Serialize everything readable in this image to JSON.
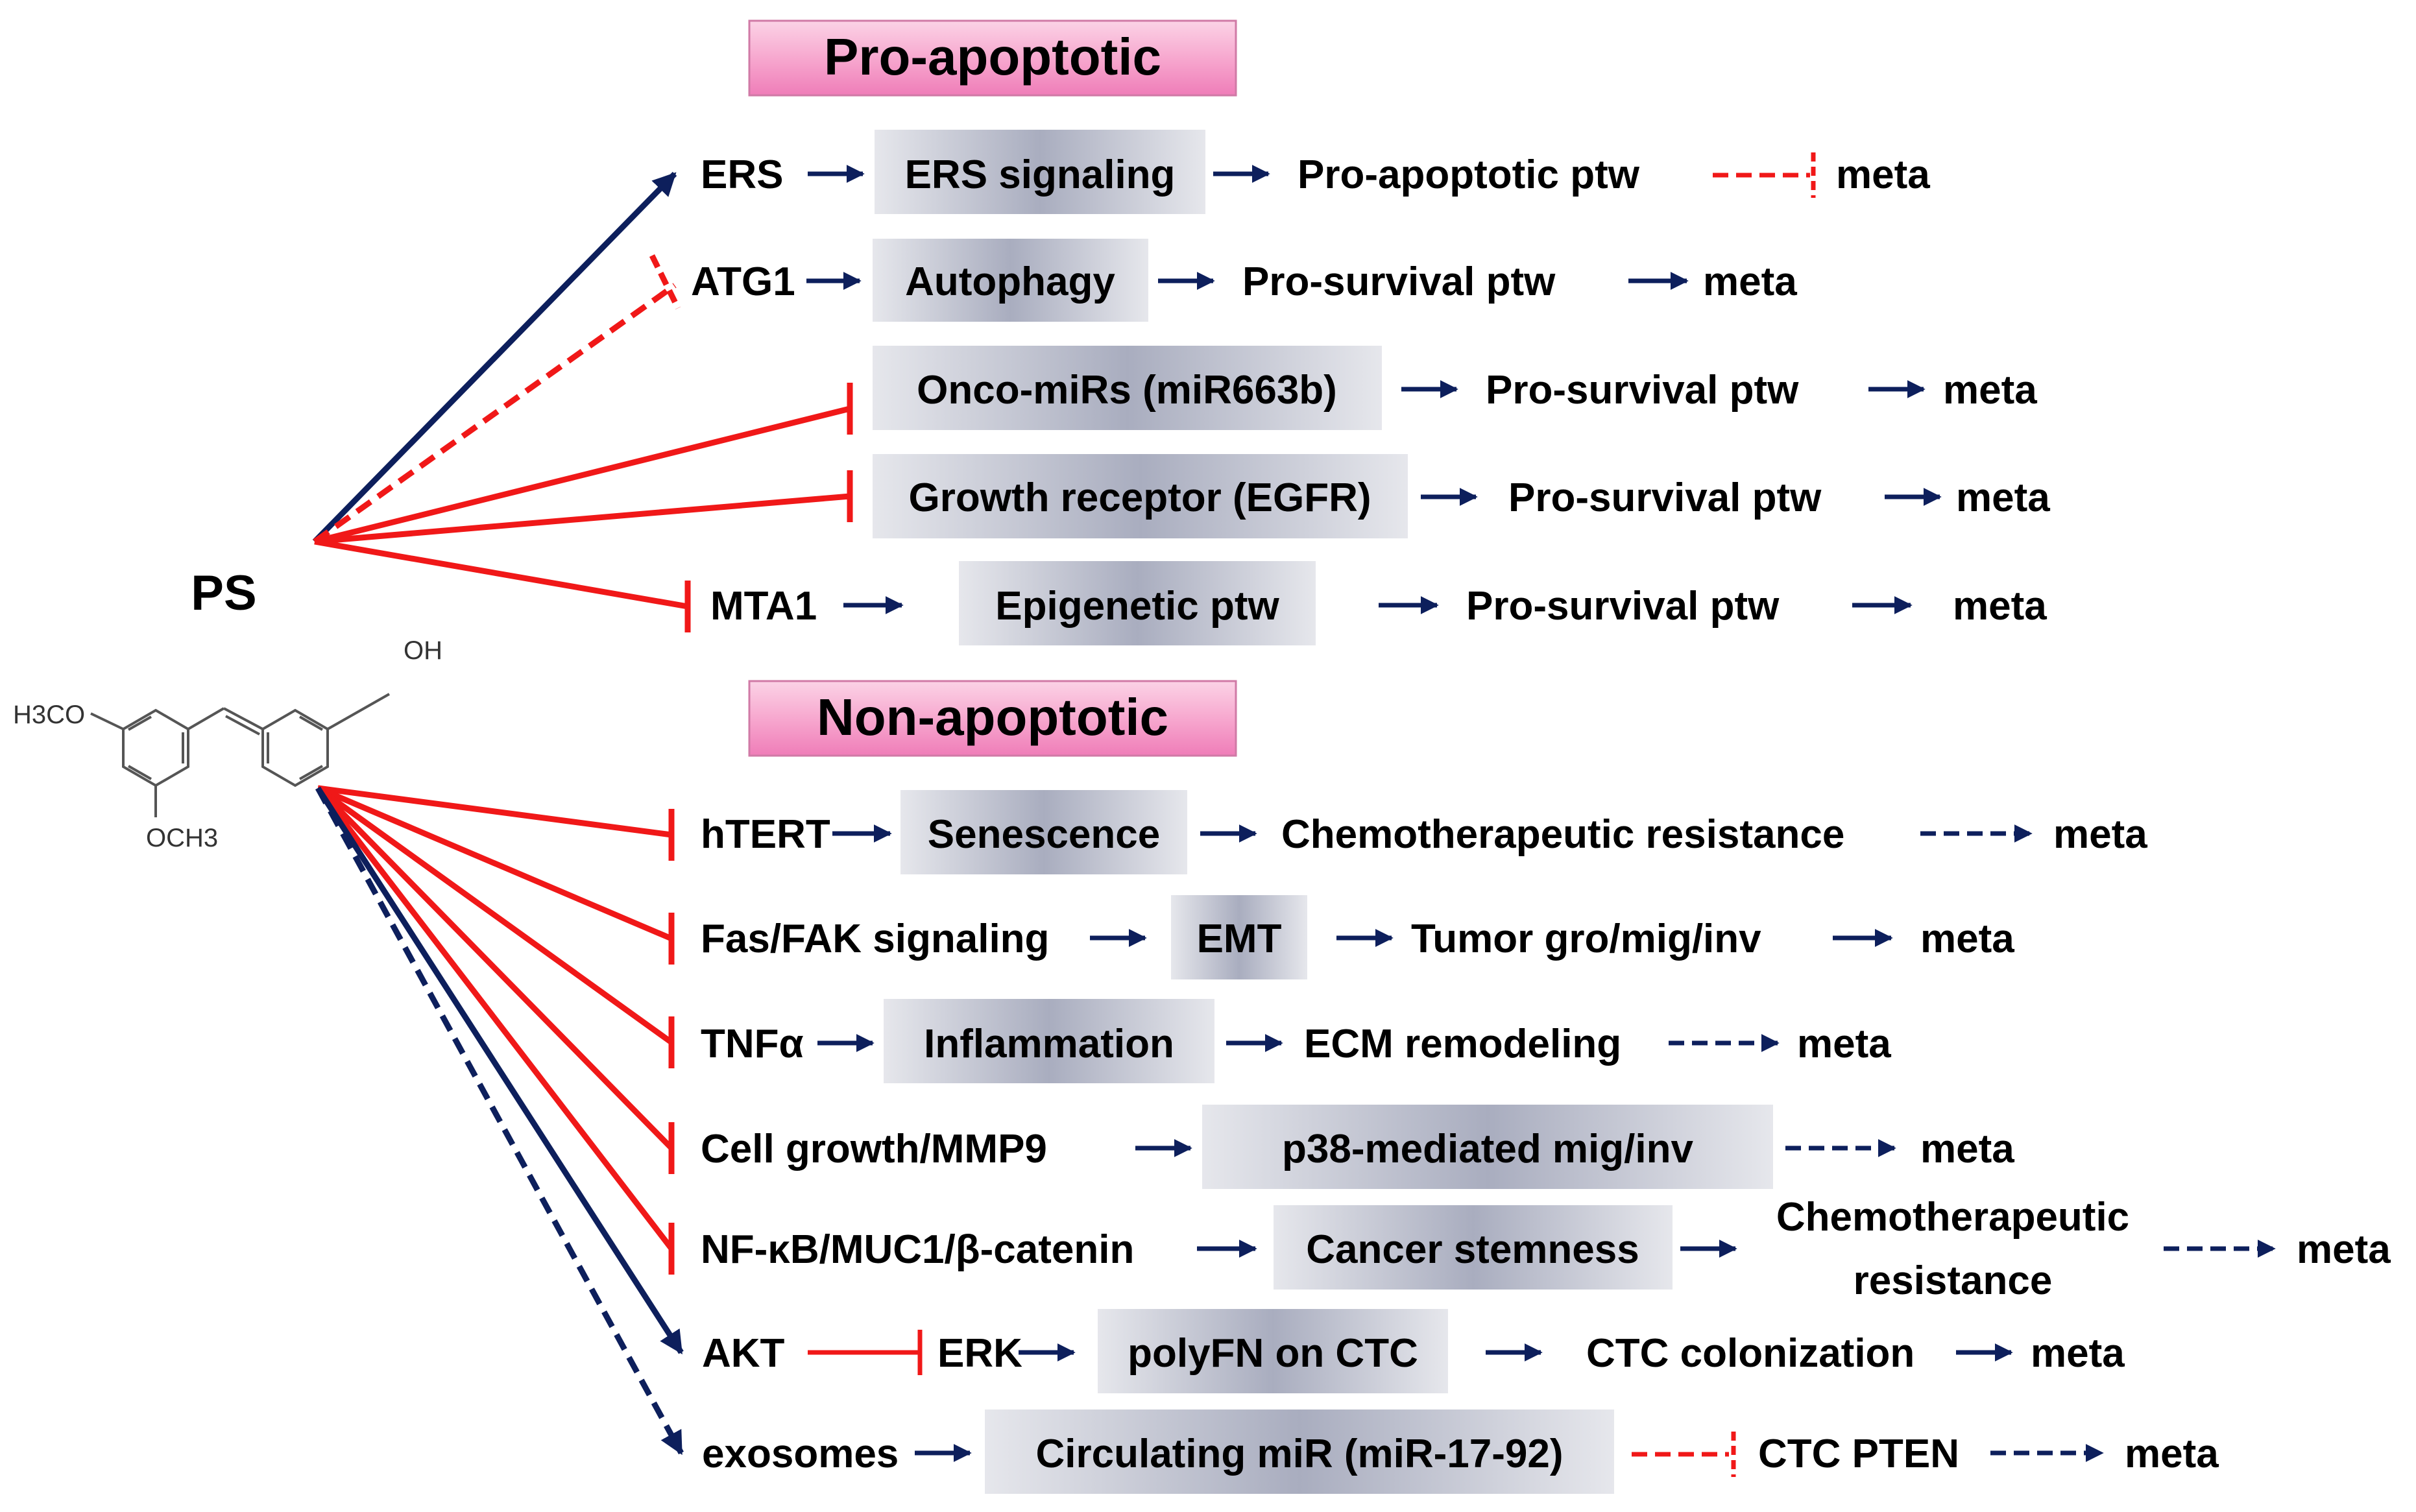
{
  "diagram": {
    "compound": "PS",
    "structure_labels": {
      "hydroxyl": "OH",
      "methoxy_top": "H3CO",
      "methoxy_bottom": "OCH3"
    },
    "sections": [
      {
        "title": "Pro-apoptotic",
        "rows": [
          {
            "effect": "activate",
            "items": [
              "ERS",
              "ERS signaling",
              "Pro-apoptotic ptw",
              "meta"
            ],
            "links": [
              "arrow",
              "arrow",
              "inhibit-dashed-red"
            ]
          },
          {
            "effect": "inhibit-dashed",
            "items": [
              "ATG1",
              "Autophagy",
              "Pro-survival ptw",
              "meta"
            ],
            "links": [
              "arrow",
              "arrow",
              "arrow"
            ]
          },
          {
            "effect": "inhibit",
            "items": [
              "Onco-miRs (miR663b)",
              "Pro-survival ptw",
              "meta"
            ],
            "links": [
              "arrow",
              "arrow"
            ]
          },
          {
            "effect": "inhibit",
            "items": [
              "Growth receptor (EGFR)",
              "Pro-survival ptw",
              "meta"
            ],
            "links": [
              "arrow",
              "arrow"
            ]
          },
          {
            "effect": "inhibit",
            "items": [
              "MTA1",
              "Epigenetic ptw",
              "Pro-survival ptw",
              "meta"
            ],
            "links": [
              "arrow",
              "arrow",
              "arrow"
            ]
          }
        ]
      },
      {
        "title": "Non-apoptotic",
        "rows": [
          {
            "effect": "inhibit",
            "items": [
              "hTERT",
              "Senescence",
              "Chemotherapeutic resistance",
              "meta"
            ],
            "links": [
              "arrow",
              "arrow",
              "dashed-arrow"
            ]
          },
          {
            "effect": "inhibit",
            "items": [
              "Fas/FAK signaling",
              "EMT",
              "Tumor gro/mig/inv",
              "meta"
            ],
            "links": [
              "arrow",
              "arrow",
              "arrow"
            ]
          },
          {
            "effect": "inhibit",
            "items": [
              "TNFα",
              "Inflammation",
              "ECM remodeling",
              "meta"
            ],
            "links": [
              "arrow",
              "arrow",
              "dashed-arrow"
            ]
          },
          {
            "effect": "inhibit",
            "items": [
              "Cell growth/MMP9",
              "p38-mediated mig/inv",
              "meta"
            ],
            "links": [
              "arrow",
              "dashed-arrow"
            ]
          },
          {
            "effect": "inhibit",
            "items": [
              "NF-κB/MUC1/β-catenin",
              "Cancer stemness",
              "Chemotherapeutic",
              "resistance",
              "meta"
            ],
            "links": [
              "arrow",
              "arrow",
              "dashed-arrow"
            ]
          },
          {
            "effect": "activate",
            "items": [
              "AKT",
              "ERK",
              "polyFN on CTC",
              "CTC colonization",
              "meta"
            ],
            "links": [
              "inhibit-red",
              "arrow",
              "arrow",
              "arrow"
            ]
          },
          {
            "effect": "activate-dashed",
            "items": [
              "exosomes",
              "Circulating miR (miR-17-92)",
              "CTC PTEN",
              "meta"
            ],
            "links": [
              "arrow",
              "inhibit-dashed-red",
              "dashed-arrow"
            ]
          }
        ]
      }
    ]
  },
  "colors": {
    "activate": "#0d1f5c",
    "inhibit": "#f01818",
    "header_fill": "#f7a8cf",
    "box_center": "#a9adbf",
    "box_edge": "#e6e7ec"
  }
}
